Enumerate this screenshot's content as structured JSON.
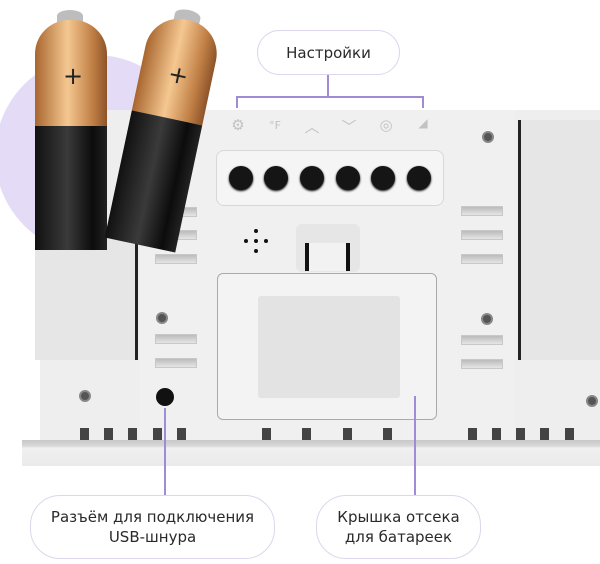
{
  "callouts": {
    "settings": "Настройки",
    "usb_line1": "Разъём для подключения",
    "usb_line2": "USB-шнура",
    "battery_line1": "Крышка отсека",
    "battery_line2": "для батареек"
  },
  "battery": {
    "plus_left": "+",
    "plus_right": "+"
  },
  "device": {
    "button_icons": [
      {
        "name": "gear-icon",
        "glyph": "⚙"
      },
      {
        "name": "thermometer-cf-icon",
        "glyph": "°F"
      },
      {
        "name": "chevron-up-icon",
        "glyph": "︿"
      },
      {
        "name": "chevron-down-icon",
        "glyph": "﹀"
      },
      {
        "name": "ring-icon",
        "glyph": "◎"
      },
      {
        "name": "signal-icon",
        "glyph": "◢"
      }
    ],
    "button_count": 6
  },
  "colors": {
    "accent": "#a08cd4",
    "circle": "#e4dcf6",
    "callout_border": "#ddd6ec"
  }
}
